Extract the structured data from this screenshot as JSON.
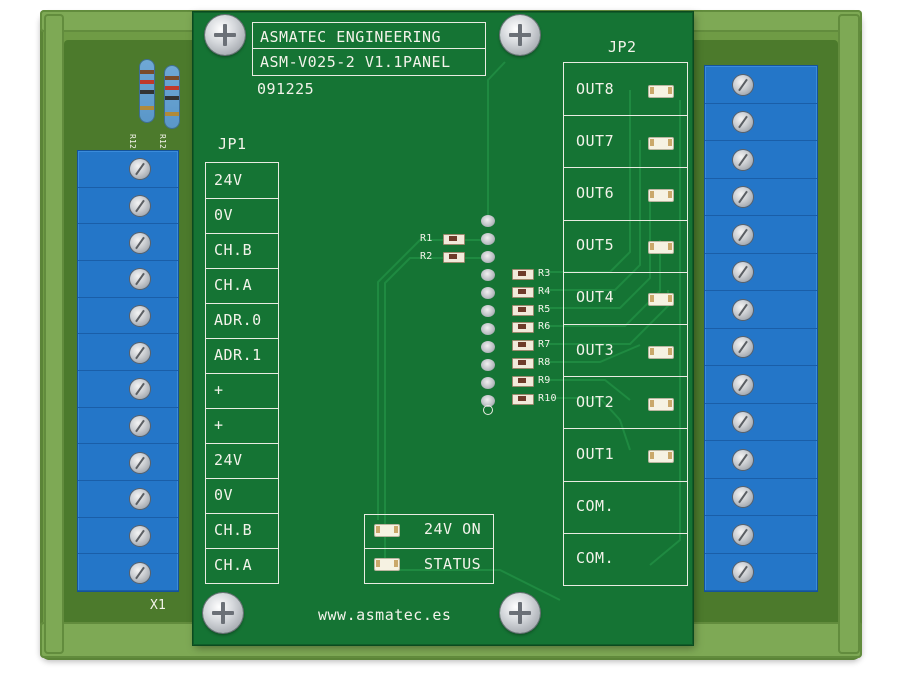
{
  "board": {
    "company": "ASMATEC  ENGINEERING",
    "model": "ASM-V025-2 V1.1PANEL",
    "date_code": "091225",
    "website": "www.asmatec.es",
    "pcb_color": "#157434",
    "terminal_color": "#2476c8",
    "enclosure_color": "#6f9b45"
  },
  "jp1": {
    "label": "JP1",
    "pins": [
      "24V",
      "0V",
      "CH.B",
      "CH.A",
      "ADR.0",
      "ADR.1",
      "+",
      "+",
      "24V",
      "0V",
      "CH.B",
      "CH.A"
    ]
  },
  "jp2": {
    "label": "JP2",
    "pins": [
      "OUT8",
      "OUT7",
      "OUT6",
      "OUT5",
      "OUT4",
      "OUT3",
      "OUT2",
      "OUT1",
      "COM.",
      "COM."
    ]
  },
  "status_leds": [
    "24V ON",
    "STATUS"
  ],
  "resistors_left": [
    "R1",
    "R2"
  ],
  "resistors_right": [
    "R3",
    "R4",
    "R5",
    "R6",
    "R7",
    "R8",
    "R9",
    "R10"
  ],
  "terminal_left_label": "X1",
  "axial_labels": [
    "R12",
    "R12"
  ]
}
